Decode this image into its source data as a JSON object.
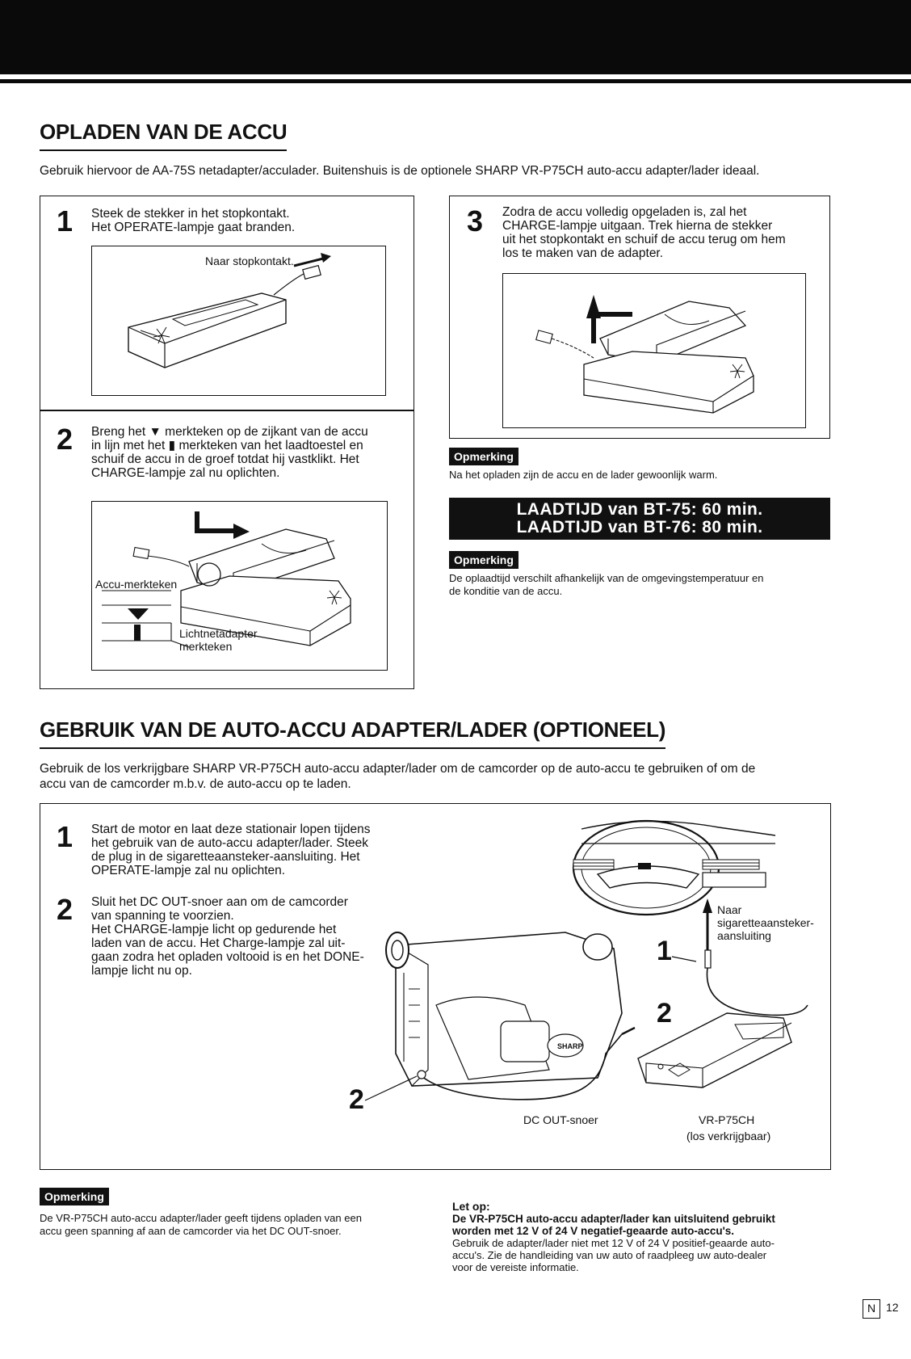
{
  "section1": {
    "title": "OPLADEN VAN DE ACCU",
    "intro": "Gebruik hiervoor de AA-75S netadapter/acculader. Buitenshuis is de optionele SHARP VR-P75CH auto-accu adapter/lader ideaal.",
    "step1": {
      "num": "1",
      "line1": "Steek de stekker in het stopkontakt.",
      "line2": "Het OPERATE-lampje gaat branden.",
      "fig_label": "Naar stopkontakt."
    },
    "step2": {
      "num": "2",
      "line1": "Breng het ▼ merkteken op de zijkant van de accu",
      "line2": "in lijn met het ▮ merkteken van het laadtoestel en",
      "line3": "schuif de accu in de groef totdat hij vastklikt. Het",
      "line4": "CHARGE-lampje zal nu oplichten.",
      "fig_label_accu": "Accu-merkteken",
      "fig_label_licht1": "Lichtnetadapter",
      "fig_label_licht2": "merkteken"
    },
    "step3": {
      "num": "3",
      "line1": "Zodra de accu volledig opgeladen is, zal het",
      "line2": "CHARGE-lampje uitgaan. Trek hierna de stekker",
      "line3": "uit het stopkontakt en schuif de accu terug om hem",
      "line4": "los te maken van de adapter."
    },
    "note1": {
      "badge": "Opmerking",
      "text": "Na het opladen zijn de accu en de lader gewoonlijk warm."
    },
    "laadtijd": {
      "line1": "LAADTIJD van BT-75: 60 min.",
      "line2": "LAADTIJD van BT-76: 80 min."
    },
    "note2": {
      "badge": "Opmerking",
      "line1": "De oplaadtijd verschilt afhankelijk van de omgevingstemperatuur en",
      "line2": "de konditie van de accu."
    }
  },
  "section2": {
    "title": "GEBRUIK VAN DE AUTO-ACCU ADAPTER/LADER (OPTIONEEL)",
    "intro1": "Gebruik de los verkrijgbare SHARP VR-P75CH auto-accu adapter/lader om de camcorder op de auto-accu te gebruiken of om de",
    "intro2": "accu van de camcorder m.b.v. de auto-accu op te laden.",
    "step1": {
      "num": "1",
      "lines": [
        "Start de motor en laat deze stationair lopen tijdens",
        "het gebruik van de auto-accu adapter/lader. Steek",
        "de plug in de sigaretteaansteker-aansluiting. Het",
        "OPERATE-lampje zal nu oplichten."
      ]
    },
    "step2": {
      "num": "2",
      "lines": [
        "Sluit het DC OUT-snoer aan om de camcorder",
        "van spanning te voorzien.",
        "Het CHARGE-lampje licht op gedurende het",
        "laden van de accu. Het Charge-lampje zal uit-",
        "gaan zodra het opladen voltooid is en het DONE-",
        "lampje licht nu op."
      ]
    },
    "fig": {
      "naar1": "Naar",
      "naar2": "sigaretteaansteker-",
      "naar3": "aansluiting",
      "callout1": "1",
      "callout2a": "2",
      "callout2b": "2",
      "dc_out": "DC OUT-snoer",
      "model": "VR-P75CH",
      "model_sub": "(los verkrijgbaar)",
      "brand": "SHARP"
    },
    "note": {
      "badge": "Opmerking",
      "line1": "De VR-P75CH auto-accu adapter/lader geeft tijdens opladen van een",
      "line2": "accu geen spanning af aan de camcorder via het DC OUT-snoer."
    },
    "letop": {
      "title": "Let op:",
      "bold1": "De VR-P75CH auto-accu adapter/lader kan uitsluitend gebruikt",
      "bold2": "worden met 12 V of 24 V negatief-geaarde auto-accu's.",
      "line1": "Gebruik de adapter/lader niet met 12 V of 24 V positief-geaarde auto-",
      "line2": "accu's. Zie de handleiding van uw auto of raadpleeg uw auto-dealer",
      "line3": "voor de vereiste informatie."
    }
  },
  "footer": {
    "lang": "N",
    "page": "12"
  }
}
